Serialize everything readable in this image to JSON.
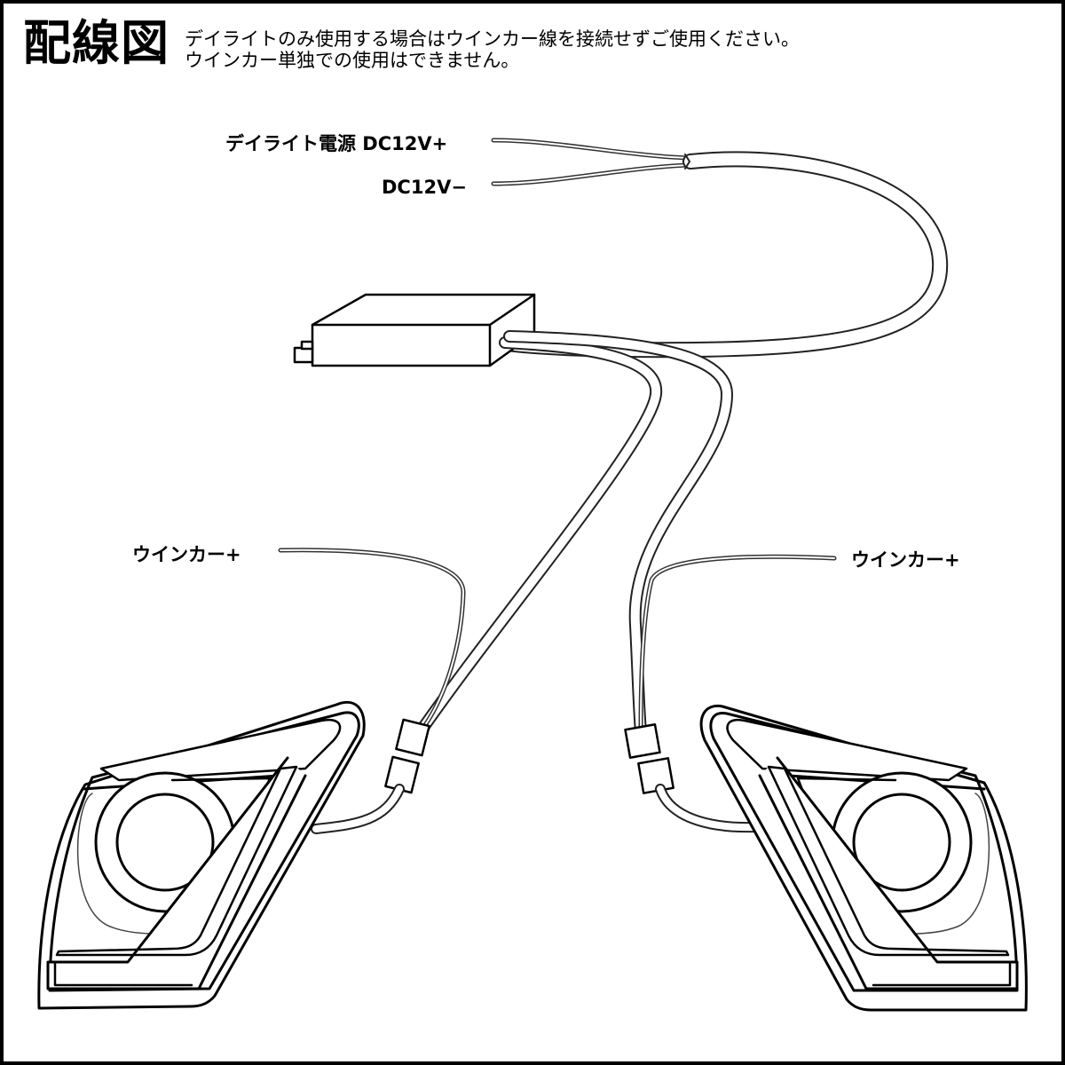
{
  "header": {
    "title": "配線図",
    "notes": [
      "デイライトのみ使用する場合はウインカー線を接続せずご使用ください。",
      "ウインカー単独での使用はできません。"
    ]
  },
  "labels": {
    "power_plus": "デイライト電源 DC12V+",
    "power_minus": "DC12V−",
    "turn_left": "ウインカー+",
    "turn_right": "ウインカー+"
  }
}
